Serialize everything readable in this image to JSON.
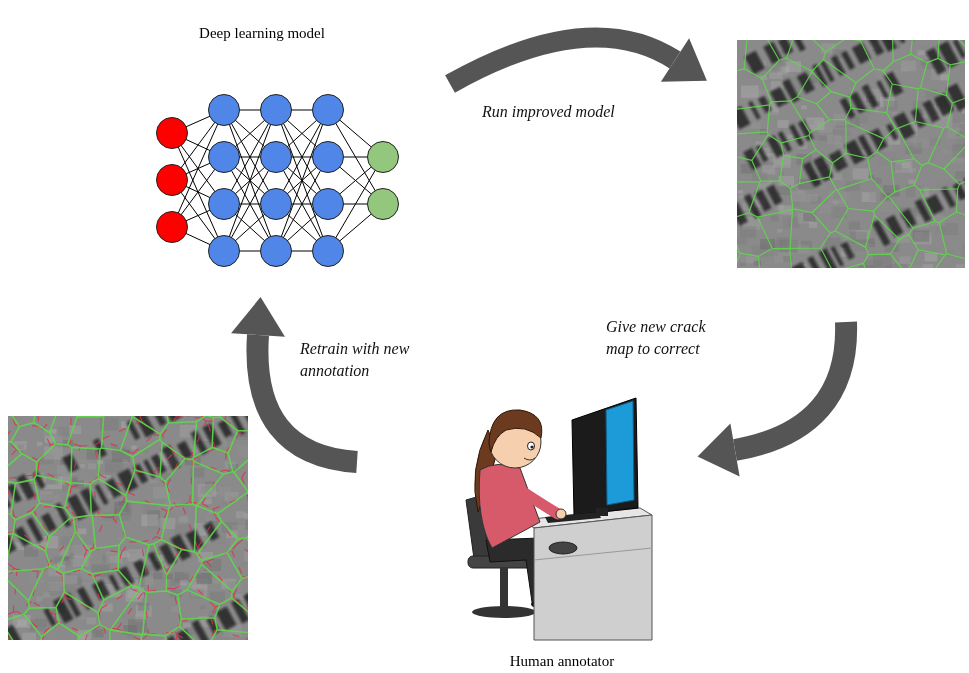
{
  "diagram": {
    "nodes": [
      {
        "text": [
          "Deep learning model"
        ]
      },
      {
        "text": [
          "Human annotator"
        ]
      }
    ],
    "labels": [
      "Run improved model",
      "Give new crack map to correct",
      "Retrain with new annotation"
    ]
  }
}
